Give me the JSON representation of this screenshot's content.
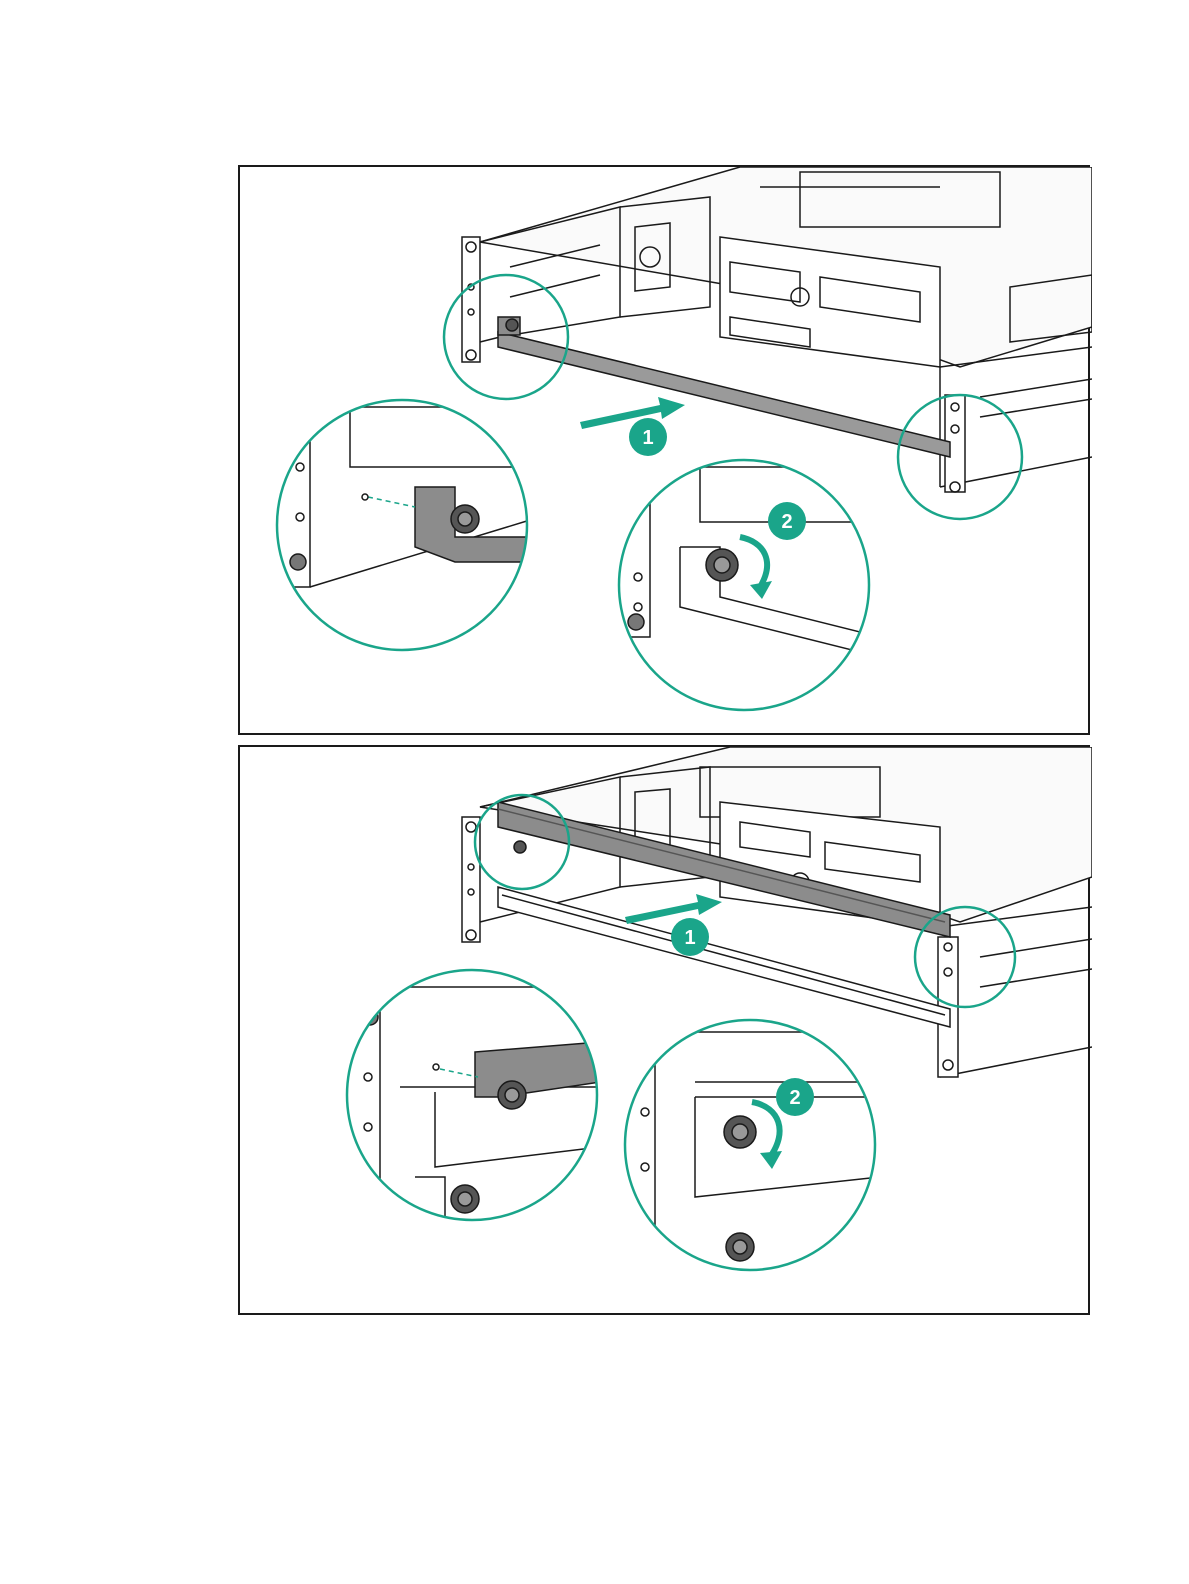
{
  "colors": {
    "accent": "#1aa58a",
    "line": "#1a1a1a",
    "gray_part": "#8c8c8c",
    "light_gray": "#bdbdbd"
  },
  "panels": [
    {
      "name": "figure-panel-top",
      "steps": [
        {
          "label": "1"
        },
        {
          "label": "2"
        }
      ]
    },
    {
      "name": "figure-panel-bottom",
      "steps": [
        {
          "label": "1"
        },
        {
          "label": "2"
        }
      ]
    }
  ],
  "icons": {
    "slide_arrow": "arrow-right-icon",
    "rotate_arrow": "rotate-clockwise-icon"
  }
}
